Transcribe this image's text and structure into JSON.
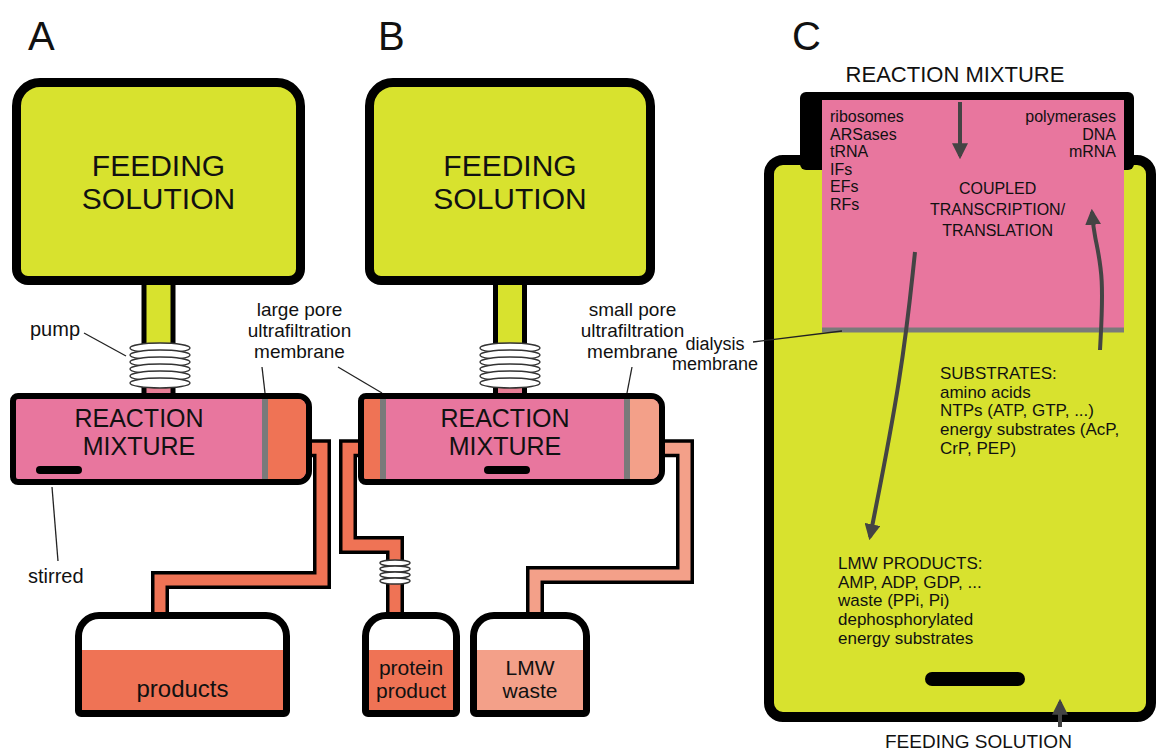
{
  "diagram": {
    "nodes": [
      {
        "text": [
          "FEEDING SOLUTION"
        ]
      },
      {
        "text": [
          "REACTION MIXTURE"
        ]
      },
      {
        "text": [
          "products"
        ]
      },
      {
        "text": [
          "FEEDING SOLUTION"
        ]
      },
      {
        "text": [
          "REACTION MIXTURE"
        ]
      },
      {
        "text": [
          "protein product"
        ]
      },
      {
        "text": [
          "LMW waste"
        ]
      },
      {
        "text": [
          "SUBSTRATES:",
          "amino acids",
          "NTPs (ATP, GTP, ...)",
          "energy substrates (AcP, CrP, PEP)",
          "LMW PRODUCTS:",
          "AMP, ADP, GDP, ...",
          "waste (PPi, Pi)",
          "dephosphorylated energy substrates",
          "FEEDING SOLUTION"
        ]
      },
      {
        "text": [
          "REACTION MIXTURE",
          "ribosomes",
          "ARSases",
          "tRNA",
          "IFs",
          "EFs",
          "RFs",
          "polymerases",
          "DNA",
          "mRNA",
          "COUPLED TRANSCRIPTION/ TRANSLATION"
        ],
        "in": 7
      }
    ],
    "edges": [
      {
        "from": 0,
        "to": 1,
        "arrow": "none"
      },
      {
        "from": 1,
        "to": 2,
        "arrow": "none"
      },
      {
        "from": 3,
        "to": 4,
        "arrow": "none"
      },
      {
        "from": 4,
        "to": 5,
        "arrow": "none"
      },
      {
        "from": 4,
        "to": 6,
        "arrow": "none"
      },
      {
        "from": 8,
        "to": 7,
        "arrow": "to"
      },
      {
        "from": 7,
        "to": 8,
        "arrow": "to"
      }
    ],
    "labels": [
      "A",
      "B",
      "C",
      "pump",
      "large pore ultrafiltration membrane",
      "small pore ultrafiltration membrane",
      "stirred",
      "dialysis membrane"
    ]
  }
}
